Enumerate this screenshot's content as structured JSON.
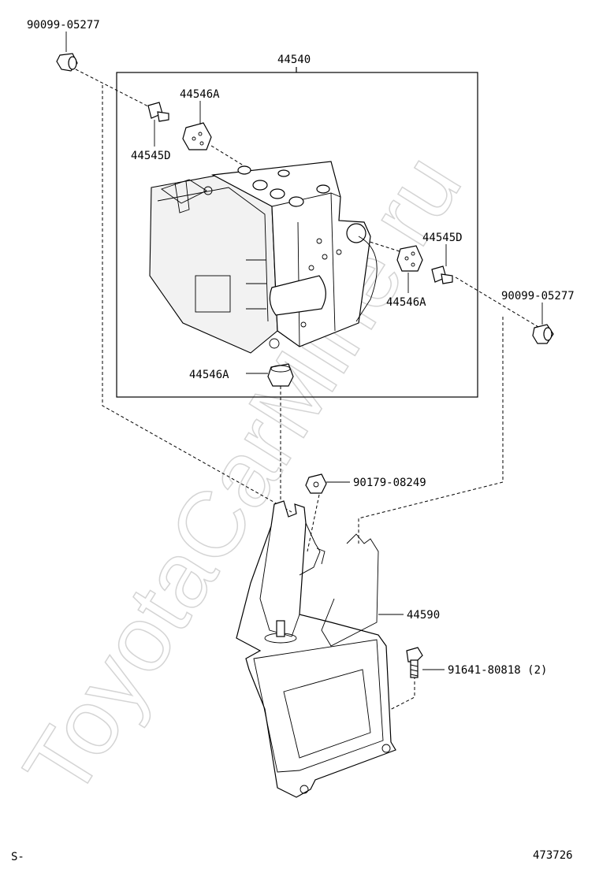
{
  "watermark": "ToyotaCarMine.ru",
  "labels": {
    "assembly": "44540",
    "bolt_left": "90099-05277",
    "bolt_right": "90099-05277",
    "grommet_top": "44546A",
    "grommet_right": "44546A",
    "grommet_bottom": "44546A",
    "collar_left": "44545D",
    "collar_right": "44545D",
    "nut": "90179-08249",
    "bracket": "44590",
    "bracket_bolt": "91641-80818 (2)"
  },
  "footer": {
    "left": "S-",
    "right": "473726"
  }
}
